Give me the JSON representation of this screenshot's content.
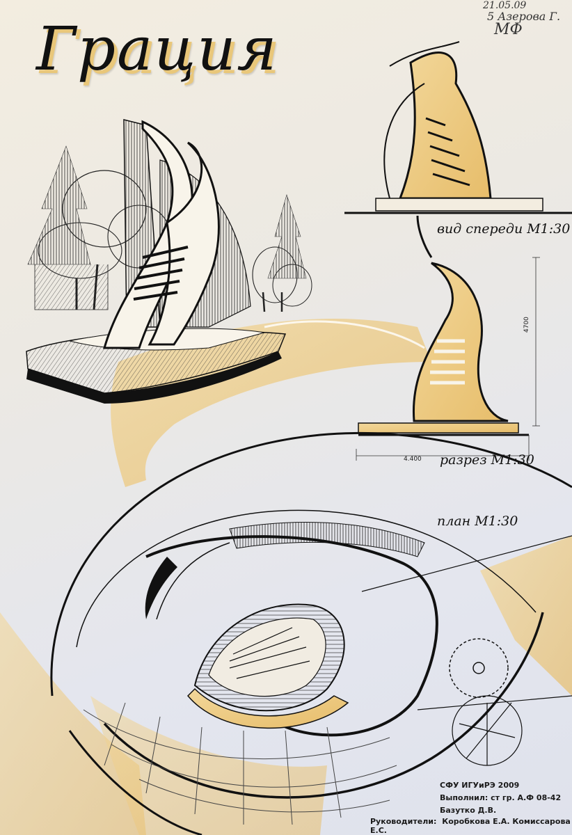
{
  "poster": {
    "title": "Грация",
    "handwritten": {
      "line1": "21.05.09",
      "line2": "5 Азерова Г.",
      "line3": "МФ"
    },
    "views": {
      "front": "вид спереди М1:30",
      "section": "разрез М1:30",
      "plan": "план  М1:30"
    },
    "dimensions": {
      "height": "4700",
      "width": "4.400"
    },
    "stamp": {
      "institution": "СФУ ИГУиРЭ 2009",
      "performed": "Выполнил: ст гр. А.Ф 08-42",
      "student": "Базутко Д.В.",
      "supervisors_label": "Руководители:",
      "supervisors": "Коробкова Е.А.  Комиссарова Е.С."
    },
    "colors": {
      "accent": "#e9c77a",
      "ink": "#111111",
      "paper": "#ece9e3"
    }
  }
}
